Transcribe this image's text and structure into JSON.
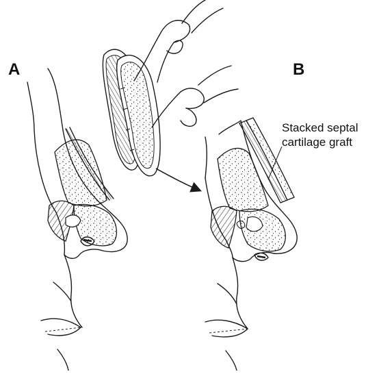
{
  "figure": {
    "panel_a_label": "A",
    "panel_b_label": "B",
    "annotation": {
      "line1": "Stacked septal",
      "line2": "cartilage graft"
    }
  },
  "colors": {
    "ink": "#1a1a1a",
    "background": "#ffffff"
  },
  "icons": [
    "surgical-hands-icon",
    "arrow-icon"
  ]
}
